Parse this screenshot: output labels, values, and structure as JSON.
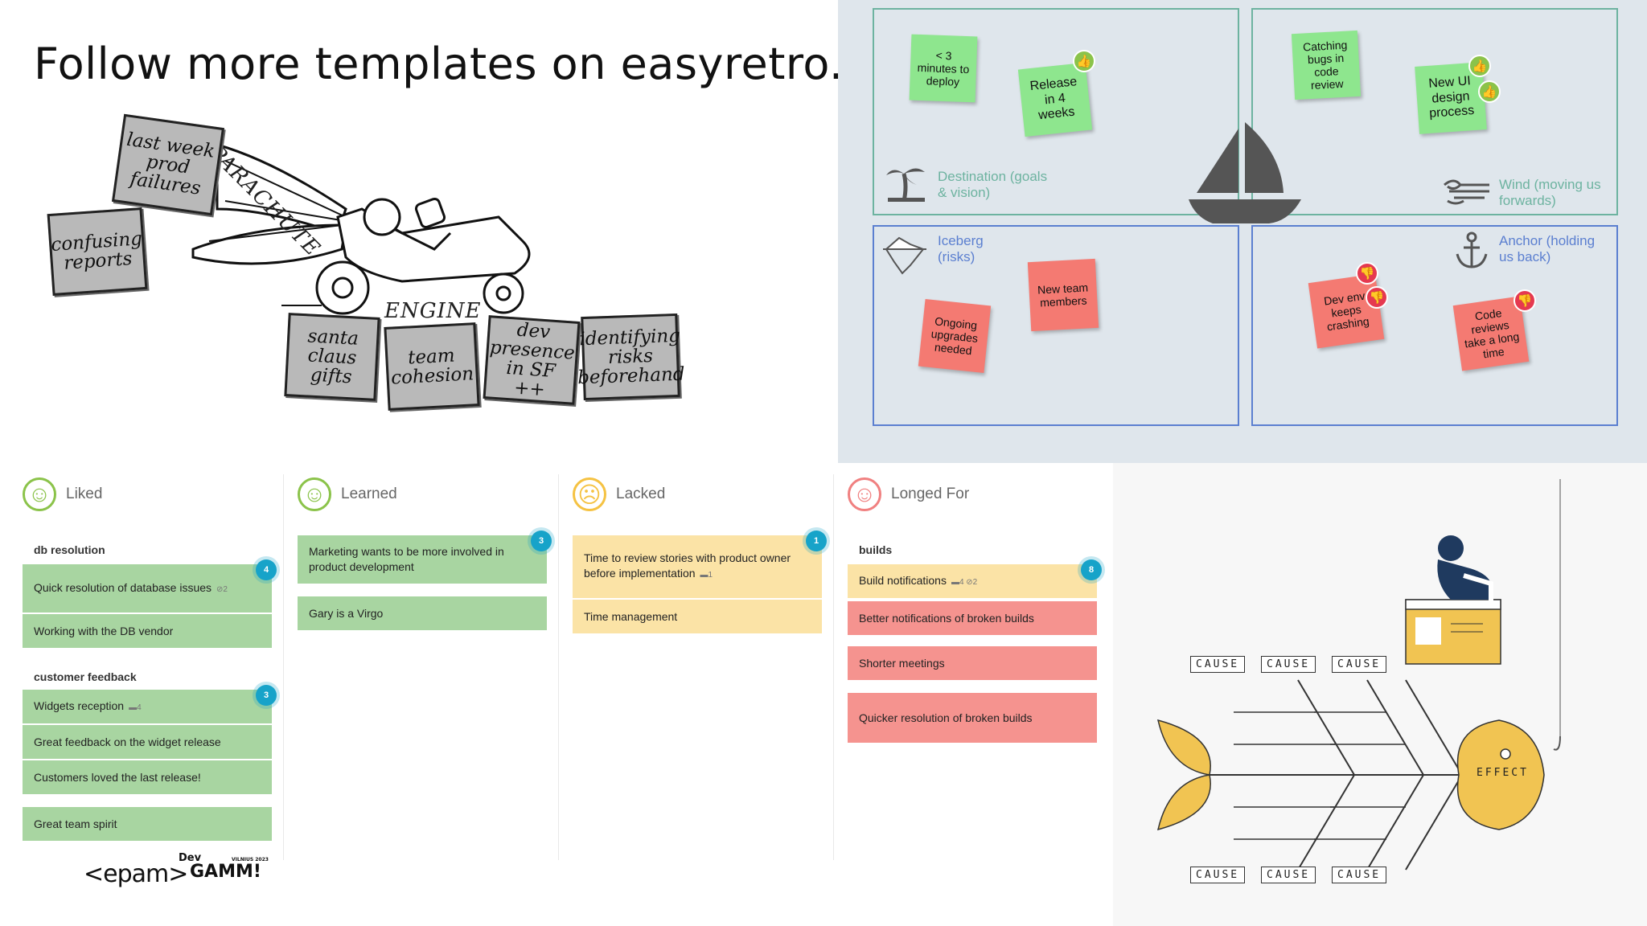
{
  "title": "Follow more templates on easyretro.io",
  "speedcar": {
    "parachute_label": "PARACHUTE",
    "engine_label": "ENGINE",
    "parachute_items": [
      "last week prod failures",
      "confusing reports"
    ],
    "engine_items": [
      "santa claus gifts",
      "team cohesion",
      "dev presence in SF ++",
      "identifying risks beforehand"
    ]
  },
  "sailboat": {
    "destination": {
      "label": "Destination (goals & vision)",
      "notes": [
        "< 3 minutes to deploy",
        "Release in 4 weeks"
      ]
    },
    "wind": {
      "label": "Wind (moving us forwards)",
      "notes": [
        "Catching bugs in code review",
        "New UI design process"
      ]
    },
    "iceberg": {
      "label": "Iceberg (risks)",
      "notes": [
        "Ongoing upgrades needed",
        "New team members"
      ]
    },
    "anchor": {
      "label": "Anchor (holding us back)",
      "notes": [
        "Dev env keeps crashing",
        "Code reviews take a long time"
      ]
    },
    "colors": {
      "green_quadrant": "#6db3a0",
      "blue_quadrant": "#5b7fd0",
      "sticky_green": "#8ee68e",
      "sticky_red": "#f47a72"
    }
  },
  "retro": {
    "columns": [
      {
        "title": "Liked",
        "groups": [
          {
            "name": "db resolution",
            "count": "4",
            "cards": [
              {
                "text": "Quick resolution of database issues",
                "meta": "⊘2"
              },
              {
                "text": "Working with the DB vendor",
                "meta": ""
              }
            ]
          },
          {
            "name": "customer feedback",
            "count": "3",
            "cards": [
              {
                "text": "Widgets reception",
                "meta": "▬4"
              },
              {
                "text": "Great feedback on the widget release",
                "meta": ""
              },
              {
                "text": "Customers loved the last release!",
                "meta": ""
              }
            ]
          },
          {
            "name": "",
            "count": "",
            "cards": [
              {
                "text": "Great team spirit",
                "meta": ""
              }
            ]
          }
        ]
      },
      {
        "title": "Learned",
        "groups": [
          {
            "name": "",
            "count": "3",
            "cards": [
              {
                "text": "Marketing wants to be more involved in product development",
                "meta": ""
              }
            ]
          },
          {
            "name": "",
            "count": "",
            "cards": [
              {
                "text": "Gary is a Virgo",
                "meta": ""
              }
            ]
          }
        ]
      },
      {
        "title": "Lacked",
        "groups": [
          {
            "name": "",
            "count": "1",
            "cards": [
              {
                "text": "Time to review stories with product owner before implementation",
                "meta": "▬1"
              },
              {
                "text": "Time management",
                "meta": ""
              }
            ]
          }
        ]
      },
      {
        "title": "Longed For",
        "groups": [
          {
            "name": "builds",
            "count": "8",
            "cards": [
              {
                "text": "Build notifications",
                "meta": "▬4   ⊘2"
              },
              {
                "text": "Better notifications of broken builds",
                "meta": ""
              }
            ]
          },
          {
            "name": "",
            "count": "",
            "cards": [
              {
                "text": "Shorter meetings",
                "meta": ""
              }
            ]
          },
          {
            "name": "",
            "count": "",
            "cards": [
              {
                "text": "Quicker resolution of broken builds",
                "meta": ""
              }
            ]
          }
        ]
      }
    ]
  },
  "fishbone": {
    "cause_label": "CAUSE",
    "effect_label": "EFFECT"
  },
  "logos": {
    "epam": "<epam>",
    "devgamm_top": "Dev",
    "devgamm_main": "GAMM!",
    "devgamm_tag": "VILNIUS 2023"
  }
}
